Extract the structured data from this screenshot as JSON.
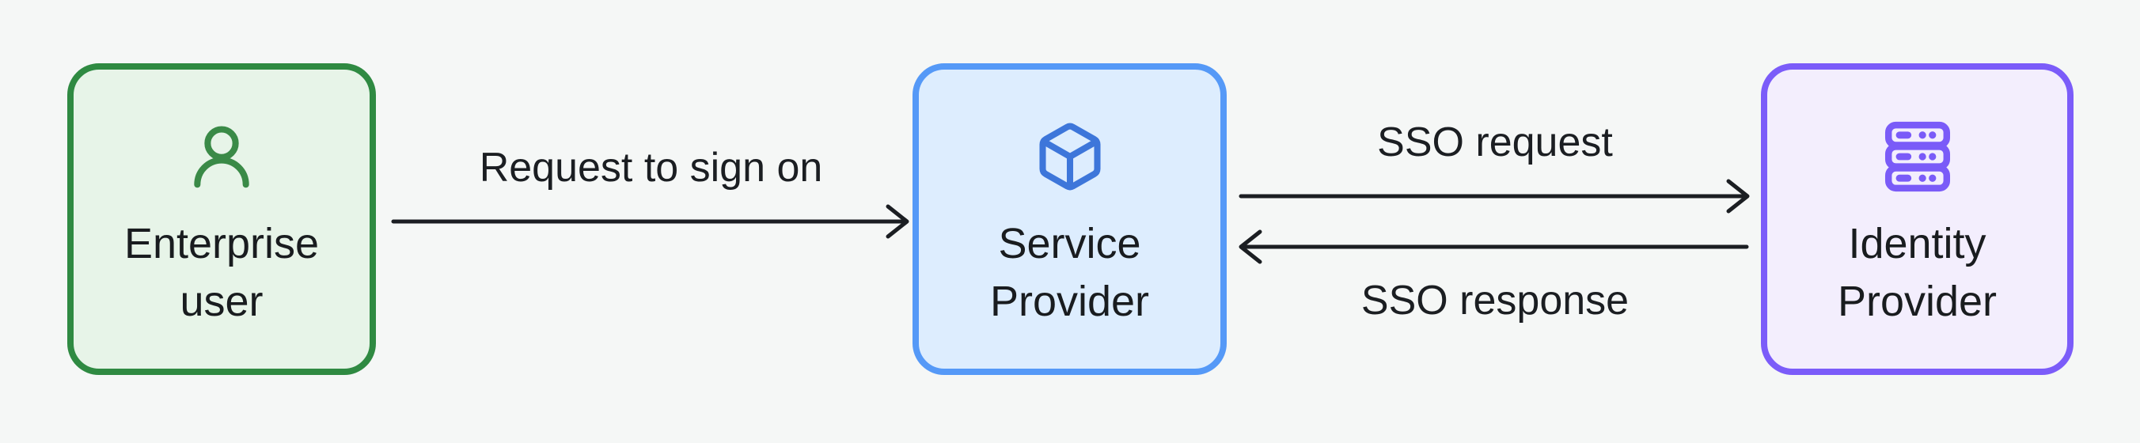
{
  "background": "#f5f7f6",
  "text_color": "#191c1f",
  "arrow_color": "#1b1e22",
  "diagram": {
    "type": "flow",
    "description": "Single sign-on (SSO) flow between an enterprise user, a service provider and an identity provider",
    "nodes": [
      {
        "id": "enterprise-user",
        "label": "Enterprise user",
        "line1": "Enterprise",
        "line2": "user",
        "icon": "user-icon",
        "border_color": "#2f8a42",
        "fill_color": "#e7f4e8",
        "icon_color": "#3a8a47"
      },
      {
        "id": "service-provider",
        "label": "Service Provider",
        "line1": "Service",
        "line2": "Provider",
        "icon": "cube-icon",
        "border_color": "#5599f7",
        "fill_color": "#ddedfe",
        "icon_color": "#3d76da"
      },
      {
        "id": "identity-provider",
        "label": "Identity Provider",
        "line1": "Identity",
        "line2": "Provider",
        "icon": "server-icon",
        "border_color": "#7b5cf9",
        "fill_color": "#f3eefd",
        "icon_color": "#7a5bf8"
      }
    ],
    "edges": [
      {
        "from": "enterprise-user",
        "to": "service-provider",
        "label": "Request to sign on",
        "direction": "right"
      },
      {
        "from": "service-provider",
        "to": "identity-provider",
        "label": "SSO request",
        "direction": "right"
      },
      {
        "from": "identity-provider",
        "to": "service-provider",
        "label": "SSO response",
        "direction": "left"
      }
    ]
  }
}
